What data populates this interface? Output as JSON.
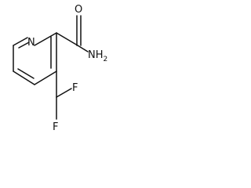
{
  "molecule": {
    "labels": {
      "n_ring": "N",
      "amide_o": "O",
      "amide_n": "NH",
      "amide_n_sub": "2",
      "f_upper": "F",
      "f_lower": "F"
    }
  }
}
